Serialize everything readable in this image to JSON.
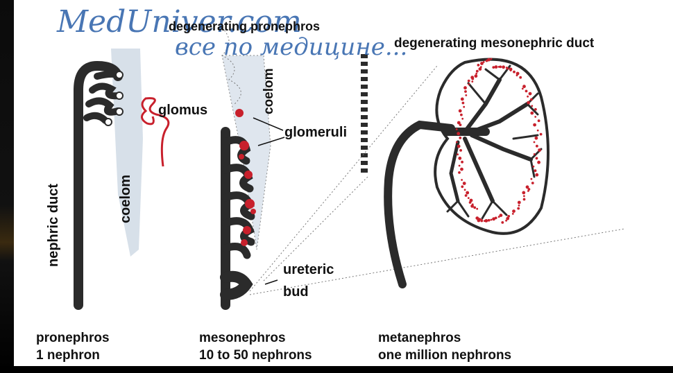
{
  "watermark": {
    "line1": "MedUniver.com",
    "line2": "все по медицине..."
  },
  "labels": {
    "degenerating_pronephros": "degenerating pronephros",
    "degenerating_mesonephric_duct": "degenerating mesonephric duct",
    "glomus": "glomus",
    "coelom_left": "coelom",
    "coelom_middle": "coelom",
    "nephric_duct": "nephric duct",
    "glomeruli": "glomeruli",
    "ureteric": "ureteric",
    "bud": "bud"
  },
  "captions": [
    {
      "name": "pronephros",
      "line1": "pronephros",
      "line2": "1 nephron"
    },
    {
      "name": "mesonephros",
      "line1": "mesonephros",
      "line2": "10 to 50 nephrons"
    },
    {
      "name": "metanephros",
      "line1": "metanephros",
      "line2": "one million nephrons"
    }
  ],
  "colors": {
    "tubule": "#2b2b2b",
    "vessel": "#c8202c",
    "coelom": "#c9d6e2",
    "watermark": "#2a5fa8",
    "background": "#000000"
  }
}
